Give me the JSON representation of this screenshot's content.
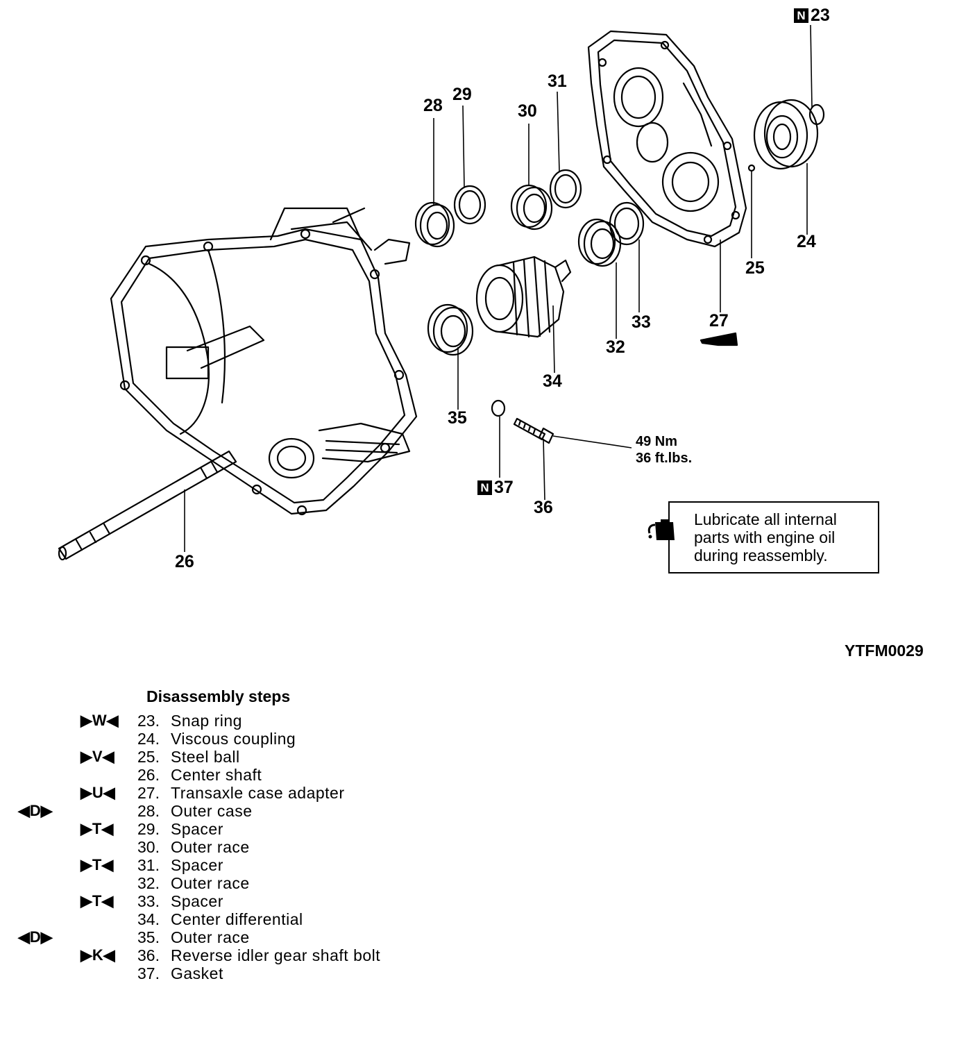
{
  "callouts": {
    "c23": "23",
    "c24": "24",
    "c25": "25",
    "c26": "26",
    "c27": "27",
    "c28": "28",
    "c29": "29",
    "c30": "30",
    "c31": "31",
    "c32": "32",
    "c33": "33",
    "c34": "34",
    "c35": "35",
    "c36": "36",
    "c37": "37"
  },
  "new_part_badge": "N",
  "torque": {
    "nm": "49 Nm",
    "ftlbs": "36 ft.lbs."
  },
  "note": {
    "line1": "Lubricate all internal",
    "line2": "parts with engine oil",
    "line3": "during reassembly."
  },
  "figure_code": "YTFM0029",
  "steps_title": "Disassembly steps",
  "steps": [
    {
      "left": "",
      "right": "▶W◀",
      "num": "23.",
      "name": "Snap ring"
    },
    {
      "left": "",
      "right": "",
      "num": "24.",
      "name": "Viscous coupling"
    },
    {
      "left": "",
      "right": "▶V◀",
      "num": "25.",
      "name": "Steel ball"
    },
    {
      "left": "",
      "right": "",
      "num": "26.",
      "name": "Center shaft"
    },
    {
      "left": "",
      "right": "▶U◀",
      "num": "27.",
      "name": "Transaxle case adapter"
    },
    {
      "left": "◀D▶",
      "right": "",
      "num": "28.",
      "name": "Outer case"
    },
    {
      "left": "",
      "right": "▶T◀",
      "num": "29.",
      "name": "Spacer"
    },
    {
      "left": "",
      "right": "",
      "num": "30.",
      "name": "Outer race"
    },
    {
      "left": "",
      "right": "▶T◀",
      "num": "31.",
      "name": "Spacer"
    },
    {
      "left": "",
      "right": "",
      "num": "32.",
      "name": "Outer race"
    },
    {
      "left": "",
      "right": "▶T◀",
      "num": "33.",
      "name": "Spacer"
    },
    {
      "left": "",
      "right": "",
      "num": "34.",
      "name": "Center differential"
    },
    {
      "left": "◀D▶",
      "right": "",
      "num": "35.",
      "name": "Outer race"
    },
    {
      "left": "",
      "right": "▶K◀",
      "num": "36.",
      "name": "Reverse idler gear shaft bolt"
    },
    {
      "left": "",
      "right": "",
      "num": "37.",
      "name": "Gasket"
    }
  ]
}
